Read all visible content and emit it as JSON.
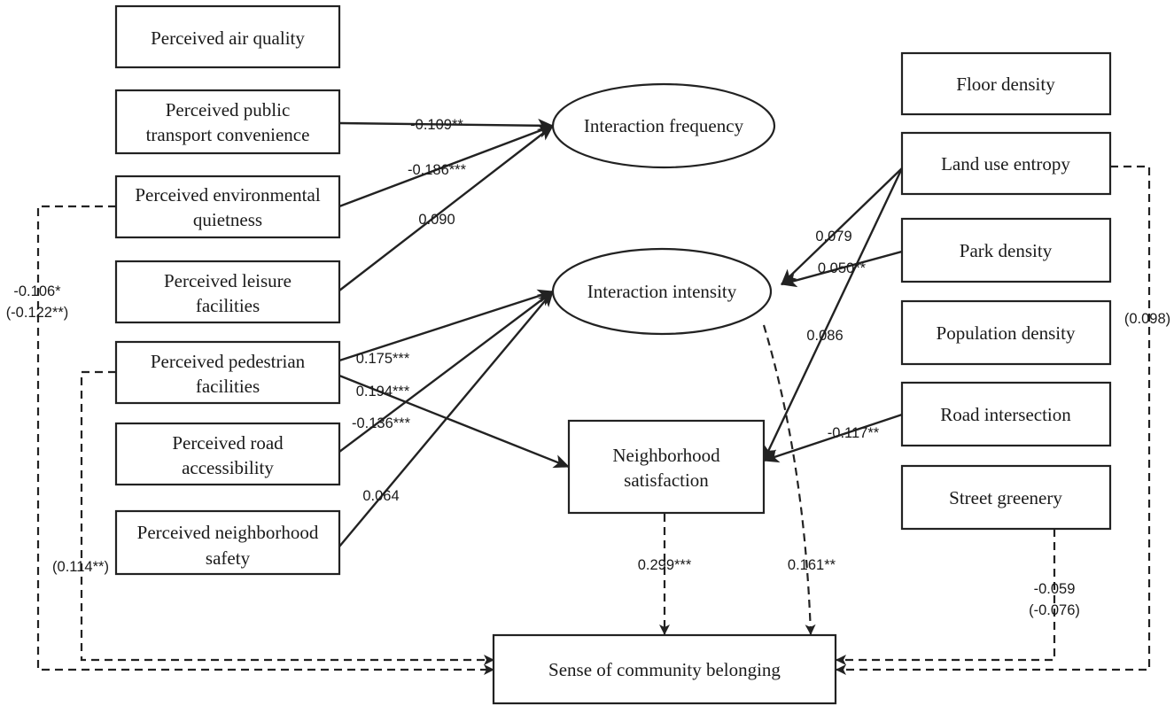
{
  "nodes": {
    "air_quality": "Perceived air quality",
    "transport_1": "Perceived public",
    "transport_2": "transport convenience",
    "quietness_1": "Perceived environmental",
    "quietness_2": "quietness",
    "leisure_1": "Perceived leisure",
    "leisure_2": "facilities",
    "pedestrian_1": "Perceived pedestrian",
    "pedestrian_2": "facilities",
    "road_access_1": "Perceived road",
    "road_access_2": "accessibility",
    "safety_1": "Perceived neighborhood",
    "safety_2": "safety",
    "interaction_frequency": "Interaction frequency",
    "interaction_intensity": "Interaction intensity",
    "satisfaction_1": "Neighborhood",
    "satisfaction_2": "satisfaction",
    "belonging": "Sense of community belonging",
    "floor_density": "Floor density",
    "land_use_entropy": "Land use entropy",
    "park_density": "Park density",
    "population_density": "Population density",
    "road_intersection": "Road intersection",
    "street_greenery": "Street greenery"
  },
  "edges": {
    "transport_freq": "-0.109**",
    "quiet_freq": "-0.186***",
    "leisure_freq": "0.090",
    "quiet_belong_1": "-0.106*",
    "quiet_belong_2": "(-0.122**)",
    "ped_intensity": "0.175***",
    "ped_satisfaction": "0.194***",
    "road_intensity": "-0.136***",
    "safety_intensity": "0.064",
    "ped_belong": "(0.114**)",
    "landuse_intensity": "0.079",
    "park_intensity": "0.050**",
    "landuse_satisfaction": "0.086",
    "landuse_belong": "(0.098)",
    "roadint_satisfaction": "-0.117**",
    "satisfaction_belong": "0.299***",
    "intensity_belong": "0.161**",
    "greenery_belong_1": "-0.059",
    "greenery_belong_2": "(-0.076)"
  }
}
